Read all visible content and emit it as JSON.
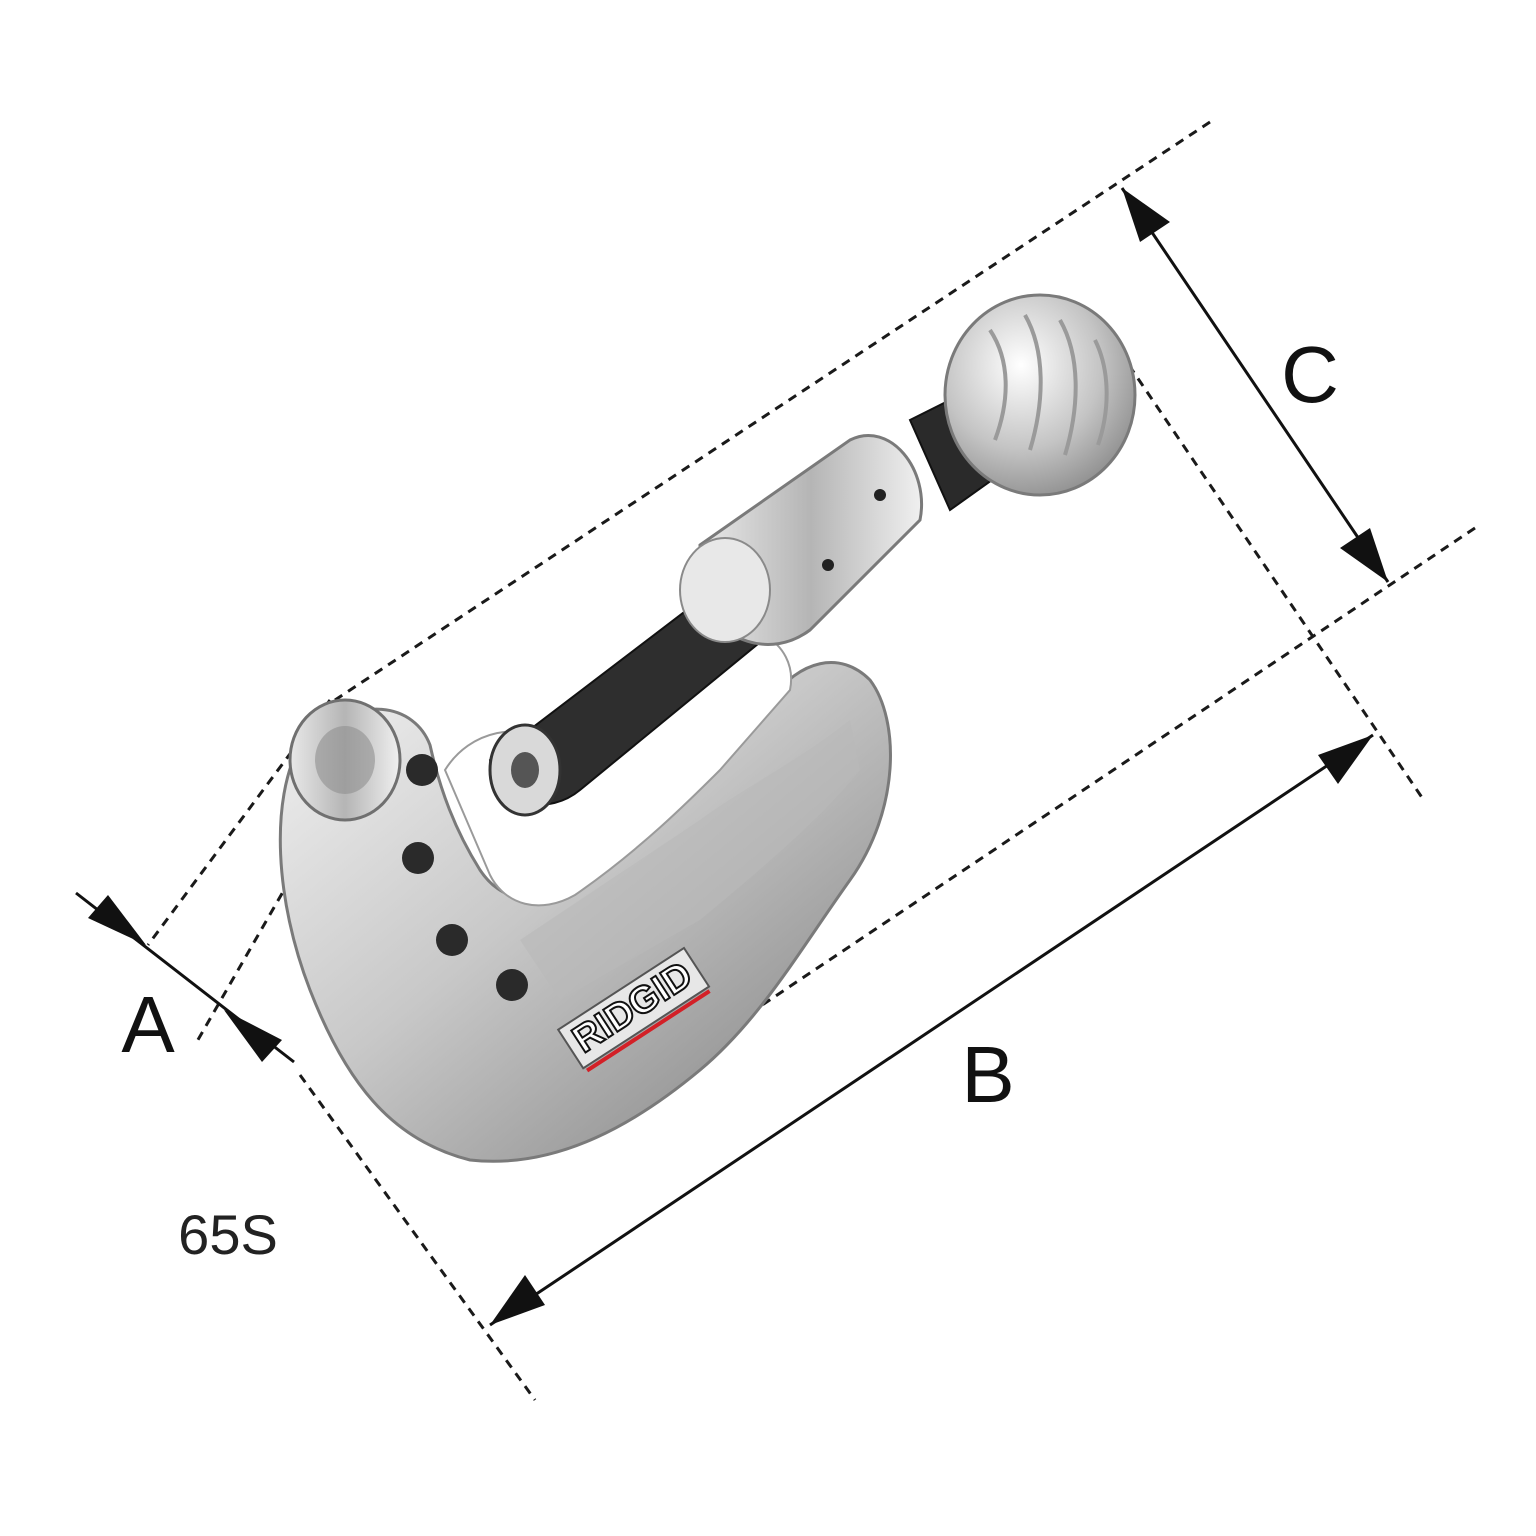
{
  "figure": {
    "product_brand": "RIDGID",
    "model": "65S",
    "dimensions": [
      {
        "id": "A",
        "label": "A"
      },
      {
        "id": "B",
        "label": "B"
      },
      {
        "id": "C",
        "label": "C"
      }
    ]
  },
  "colors": {
    "lines": "#111111",
    "brand_red": "#d32027",
    "body_silver": "#c9c9c9",
    "dark_parts": "#2a2a2a"
  }
}
